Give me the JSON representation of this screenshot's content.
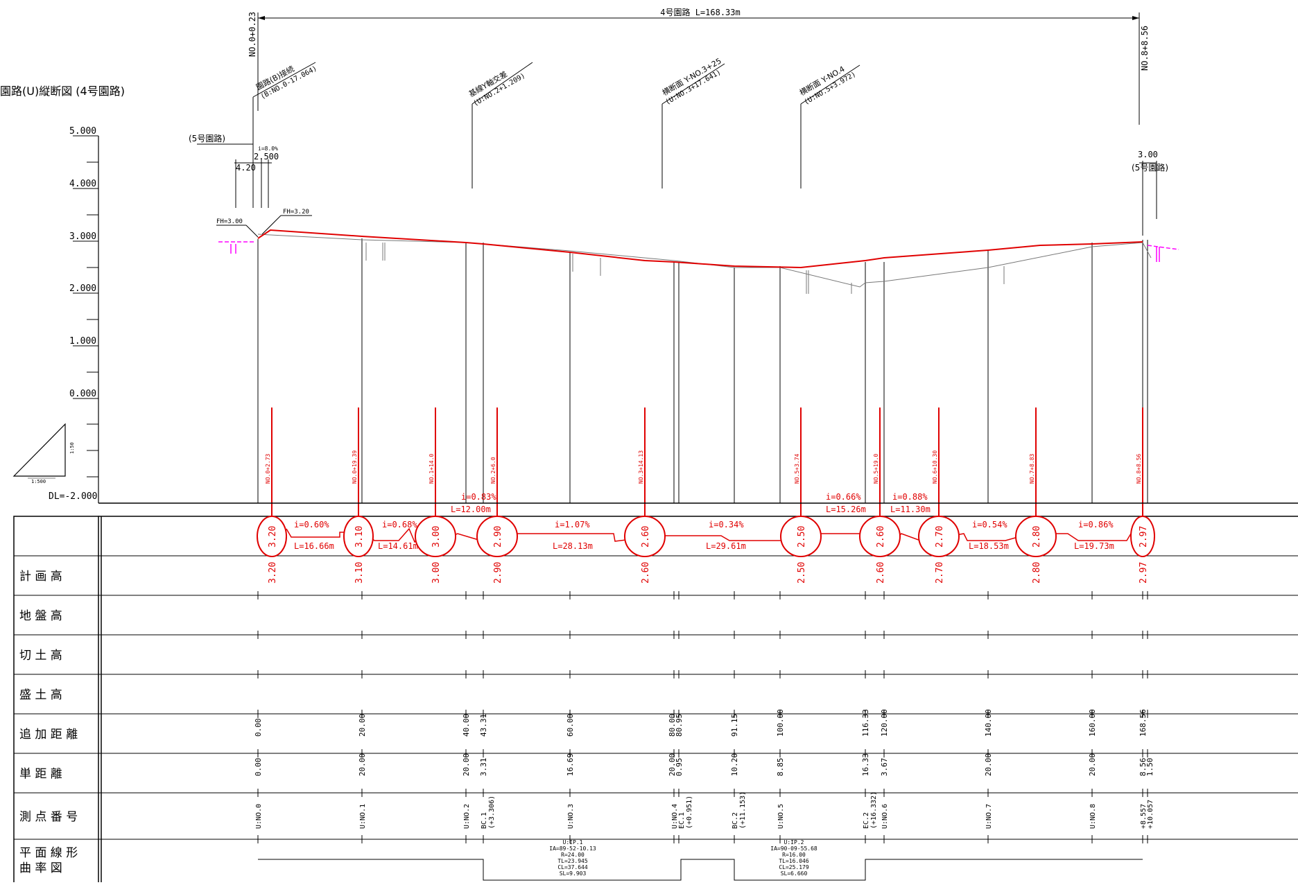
{
  "drawing": {
    "title": "園路(U)縦断図 (4号園路)",
    "span_label": "4号園路  L=168.33m",
    "start_station": "NO.0+0.23",
    "end_station": "NO.8+8.56",
    "scale_vertical": "1:50",
    "scale_horizontal": "1:500",
    "datum": "DL=-2.000",
    "elevation_labels": [
      "5.000",
      "4.000",
      "3.000",
      "2.000",
      "1.000",
      "0.000"
    ]
  },
  "annotations": {
    "a1_line1": "園路(B)接続",
    "a1_line2": "(B:NO.0-17.064)",
    "a2_line1": "基線Y軸交差",
    "a2_line2": "(U:NO.2+1.209)",
    "a3_line1": "横断面 Y-NO.3+25",
    "a3_line2": "(U:NO.3+17.641)",
    "a4_line1": "横断面 Y-NO.4",
    "a4_line2": "(U:NO.5+3.972)",
    "left_road": "(5号園路)",
    "left_slope": "i=8.0%",
    "left_dim1": "2.500",
    "left_dim2": "4.20",
    "fh_left": "FH=3.00",
    "fh_right": "FH=3.20",
    "right_dim": "3.00",
    "right_road": "(5号園路)"
  },
  "red_markers": [
    {
      "station": "NO.0+2.73",
      "elev": "3.20"
    },
    {
      "station": "NO.0+19.39",
      "elev": "3.10"
    },
    {
      "station": "NO.1+14.0",
      "elev": "3.00"
    },
    {
      "station": "NO.2+6.0",
      "elev": "2.90"
    },
    {
      "station": "NO.3+14.13",
      "elev": "2.60"
    },
    {
      "station": "NO.5+3.74",
      "elev": "2.50"
    },
    {
      "station": "NO.5+19.0",
      "elev": "2.60"
    },
    {
      "station": "NO.6+10.30",
      "elev": "2.70"
    },
    {
      "station": "NO.7+8.83",
      "elev": "2.80"
    },
    {
      "station": "NO.8+8.56",
      "elev": "2.97"
    }
  ],
  "grades": [
    {
      "i": "i=0.60%",
      "L": "L=16.66m"
    },
    {
      "i": "i=0.68%",
      "L": "L=14.61m"
    },
    {
      "i": "i=0.83%",
      "L": "L=12.00m"
    },
    {
      "i": "i=1.07%",
      "L": "L=28.13m"
    },
    {
      "i": "i=0.34%",
      "L": "L=29.61m"
    },
    {
      "i": "i=0.66%",
      "L": "L=15.26m"
    },
    {
      "i": "i=0.88%",
      "L": "L=11.30m"
    },
    {
      "i": "i=0.54%",
      "L": "L=18.53m"
    },
    {
      "i": "i=0.86%",
      "L": "L=19.73m"
    }
  ],
  "table": {
    "row_labels": [
      "計 画 高",
      "地 盤 高",
      "切 土 高",
      "盛 土 高",
      "追 加 距 離",
      "単 距 離",
      "測 点 番 号",
      "平 面 線 形",
      "曲 率 図"
    ],
    "plan_heights": [
      "3.20",
      "3.10",
      "3.00",
      "2.90",
      "2.60",
      "2.50",
      "2.60",
      "2.70",
      "2.80",
      "2.97"
    ],
    "cumulative": [
      "0.00",
      "20.00",
      "40.00",
      "43.31",
      "60.00",
      "80.00",
      "80.95",
      "91.15",
      "100.00",
      "116.33",
      "120.00",
      "140.00",
      "160.00",
      "168.56"
    ],
    "single": [
      "0.00",
      "20.00",
      "20.00",
      "3.31",
      "16.69",
      "20.00",
      "0.95",
      "10.20",
      "8.85",
      "16.33",
      "3.67",
      "20.00",
      "20.00",
      "8.56",
      "1.50"
    ],
    "stations": [
      "U:NO.0",
      "U:NO.1",
      "U:NO.2",
      "BC.1",
      "(+3.306)",
      "U:NO.3",
      "U:NO.4",
      "EC.1",
      "(+0.951)",
      "BC.2",
      "(+11.153)",
      "U:NO.5",
      "EC.2",
      "(+16.332)",
      "U:NO.6",
      "U:NO.7",
      "U:NO.8",
      "+8.557",
      "+10.057"
    ],
    "ip1": [
      "U:IP.1",
      "IA=89-52-10.13",
      "R=24.00",
      "TL=23.945",
      "CL=37.644",
      "SL=9.903"
    ],
    "ip2": [
      "U:IP.2",
      "IA=90-09-55.68",
      "R=16.00",
      "TL=16.046",
      "CL=25.179",
      "SL=6.660"
    ]
  }
}
